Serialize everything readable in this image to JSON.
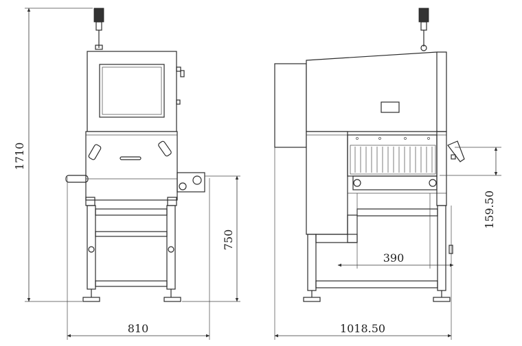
{
  "dimensions": {
    "total_height": "1710",
    "front_width": "810",
    "conveyor_height": "750",
    "side_width": "1018.50",
    "tunnel_length": "390",
    "tunnel_height": "159.50"
  },
  "colors": {
    "line": "#2b2b2b",
    "background": "#ffffff"
  }
}
